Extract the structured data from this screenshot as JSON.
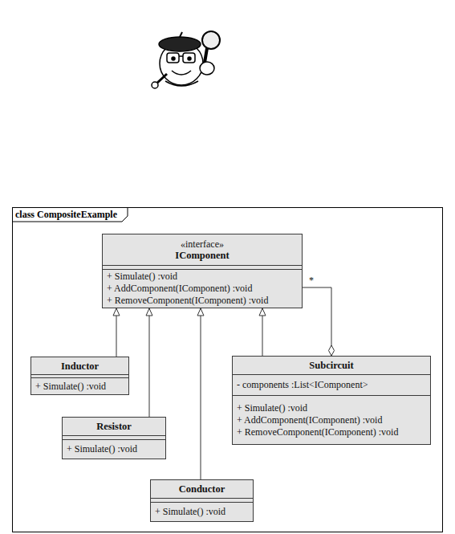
{
  "diagram": {
    "nodes": [
      {
        "text": [
          "class CompositeExample"
        ]
      },
      {
        "text": [
          "«interface»",
          "IComponent",
          "+ Simulate() :void",
          "+ AddComponent(IComponent) :void",
          "+ RemoveComponent(IComponent) :void"
        ],
        "in": 0
      },
      {
        "text": [
          "Inductor",
          "+ Simulate() :void"
        ],
        "in": 0
      },
      {
        "text": [
          "Subcircuit",
          "- components :List<IComponent>",
          "+ Simulate() :void",
          "+ AddComponent(IComponent) :void",
          "+ RemoveComponent(IComponent) :void"
        ],
        "in": 0
      },
      {
        "text": [
          "Resistor",
          "+ Simulate() :void"
        ],
        "in": 0
      },
      {
        "text": [
          "Conductor",
          "+ Simulate() :void"
        ],
        "in": 0
      }
    ],
    "edges": [
      {
        "from": 2,
        "to": 1,
        "arrow": "to"
      },
      {
        "from": 4,
        "to": 1,
        "arrow": "to"
      },
      {
        "from": 5,
        "to": 1,
        "arrow": "to"
      },
      {
        "from": 3,
        "to": 1,
        "arrow": "to"
      },
      {
        "from": 1,
        "to": 3,
        "arrow": "to",
        "label": "*"
      }
    ]
  }
}
